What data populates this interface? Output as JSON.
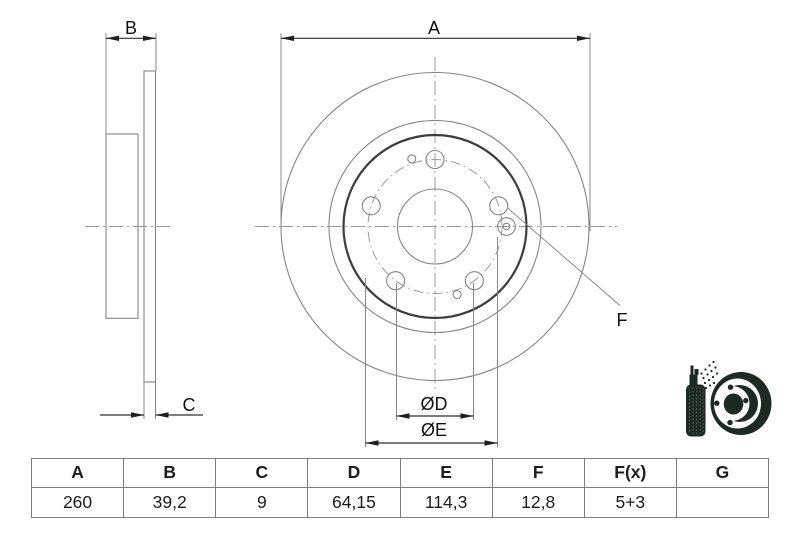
{
  "drawing": {
    "labels": {
      "a": "A",
      "b": "B",
      "c": "C",
      "f": "F",
      "dd": "ØD",
      "de": "ØE"
    }
  },
  "table": {
    "headers": [
      "A",
      "B",
      "C",
      "D",
      "E",
      "F",
      "F(x)",
      "G"
    ],
    "values": [
      "260",
      "39,2",
      "9",
      "64,15",
      "114,3",
      "12,8",
      "5+3",
      ""
    ]
  },
  "icons": {
    "spray_can": "spray-can-icon",
    "brake_disc": "coated-brake-disc-icon"
  },
  "colors": {
    "background": "#ffffff",
    "part_line": "#858585",
    "dark_line": "#3d3d3d",
    "dimension_line": "#2e2e2e",
    "table_border": "#7d7d7d",
    "logo": "#1c2b21"
  }
}
